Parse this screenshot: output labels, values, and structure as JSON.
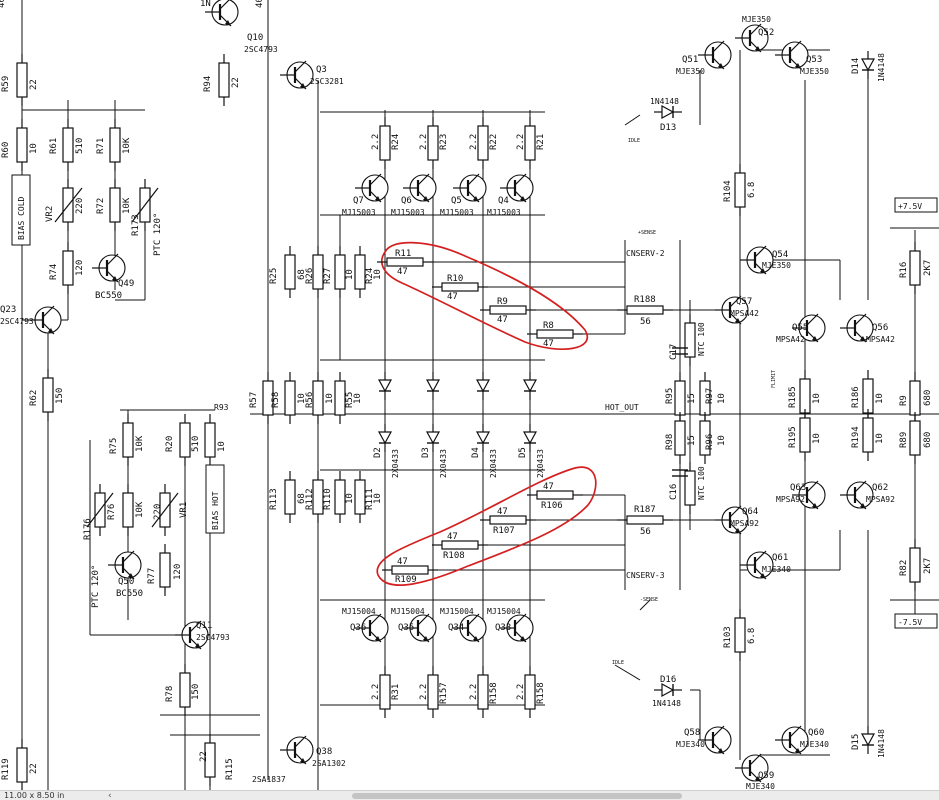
{
  "status": {
    "page_size": "11.00 x 8.50 in",
    "scroll_left_glyph": "‹"
  },
  "diagram": {
    "nets": {
      "hot_out": "HOT_OUT",
      "cnserv2": "CNSERV-2",
      "cnserv3": "CNSERV-3",
      "pos_rail": "+7.5V",
      "neg_rail": "-7.5V",
      "sense_plus": "+SENSE",
      "sense_minus": "-SENSE",
      "idle1": "IDLE",
      "idle2": "IDLE",
      "flimit": "FLIMIT"
    },
    "labels": {
      "bias_cold": "BIAS COLD",
      "bias_hot": "BIAS HOT"
    },
    "ptc": [
      {
        "ref": "PTC 120°"
      },
      {
        "ref": "PTC 120°"
      }
    ],
    "ntc": [
      {
        "ref": "NTC 100"
      },
      {
        "ref": "NTC 100"
      }
    ],
    "power_top": [
      {
        "ref": "Q7",
        "part": "MJ15003"
      },
      {
        "ref": "Q6",
        "part": "MJ15003"
      },
      {
        "ref": "Q5",
        "part": "MJ15003"
      },
      {
        "ref": "Q4",
        "part": "MJ15003"
      }
    ],
    "power_bottom": [
      {
        "ref": "Q36",
        "part": "MJ15004"
      },
      {
        "ref": "Q35",
        "part": "MJ15004"
      },
      {
        "ref": "Q34",
        "part": "MJ15004"
      },
      {
        "ref": "Q33",
        "part": "MJ15004"
      }
    ],
    "emitter_top": [
      {
        "ref": "R24",
        "val": "2.2"
      },
      {
        "ref": "R23",
        "val": "2.2"
      },
      {
        "ref": "R22",
        "val": "2.2"
      },
      {
        "ref": "R21",
        "val": "2.2"
      }
    ],
    "emitter_bottom": [
      {
        "ref": "R31",
        "val": "2.2"
      },
      {
        "ref": "R157",
        "val": "2.2"
      },
      {
        "ref": "R158",
        "val": "2.2"
      },
      {
        "ref": "R158",
        "val": "2.2"
      }
    ],
    "diodes": [
      {
        "ref": "D2",
        "part": "2X0433"
      },
      {
        "ref": "D3",
        "part": "2X0433"
      },
      {
        "ref": "D4",
        "part": "2X0433"
      },
      {
        "ref": "D5",
        "part": "2X0433"
      }
    ],
    "sense_top": [
      {
        "ref": "R11",
        "val": "47"
      },
      {
        "ref": "R10",
        "val": "47"
      },
      {
        "ref": "R9",
        "val": "47"
      },
      {
        "ref": "R8",
        "val": "47"
      }
    ],
    "sense_bottom": [
      {
        "ref": "R106",
        "val": "47"
      },
      {
        "ref": "R107",
        "val": "47"
      },
      {
        "ref": "R108",
        "val": "47"
      },
      {
        "ref": "R109",
        "val": "47"
      }
    ],
    "left": {
      "r59": {
        "ref": "R59",
        "val": "22"
      },
      "r60": {
        "ref": "R60",
        "val": "10"
      },
      "r61": {
        "ref": "R61",
        "val": "510"
      },
      "r71": {
        "ref": "R71",
        "val": "10K"
      },
      "vr2": {
        "ref": "VR2",
        "val": "220"
      },
      "r72": {
        "ref": "R72",
        "val": "10K"
      },
      "r173": {
        "ref": "R173"
      },
      "r74": {
        "ref": "R74",
        "val": "120"
      },
      "q49": {
        "ref": "Q49",
        "part": "BC550"
      },
      "q23": {
        "ref": "Q23",
        "part": "2SC4793"
      },
      "r62": {
        "ref": "R62",
        "val": "150"
      },
      "r119": {
        "ref": "R119",
        "val": "22"
      },
      "q10": {
        "ref": "Q10",
        "part": "2SC4793"
      },
      "q3": {
        "ref": "Q3",
        "part": "2SC3281"
      },
      "r94": {
        "ref": "R94",
        "val": "22"
      },
      "r75": {
        "ref": "R75",
        "val": "10K"
      },
      "r20": {
        "ref": "R20",
        "val": "510"
      },
      "r93": {
        "ref": "R93",
        "val": "10"
      },
      "r176": {
        "ref": "R176"
      },
      "r76": {
        "ref": "R76",
        "val": "10K"
      },
      "vr1": {
        "ref": "VR1",
        "val": "220"
      },
      "q50": {
        "ref": "Q50",
        "part": "BC550"
      },
      "r77": {
        "ref": "R77",
        "val": "120"
      },
      "q11": {
        "ref": "Q11",
        "part": "2SC4793"
      },
      "r78": {
        "ref": "R78",
        "val": "150"
      },
      "r115": {
        "ref": "R115",
        "val": "22"
      },
      "q38": {
        "ref": "Q38",
        "part": "2SA1302"
      },
      "q12": {
        "part": "2SA1837"
      }
    },
    "midleft": {
      "r25": {
        "ref": "R25"
      },
      "r26": {
        "ref": "R26",
        "val": "68"
      },
      "r27": {
        "ref": "R27",
        "val": "10"
      },
      "r24b": {
        "ref": "R24",
        "val": "10"
      },
      "r57": {
        "ref": "R57"
      },
      "r58": {
        "ref": "R58",
        "val": "10"
      },
      "r56": {
        "ref": "R56",
        "val": "10"
      },
      "r55": {
        "ref": "R55",
        "val": "10"
      },
      "r113": {
        "ref": "R113"
      },
      "r112": {
        "ref": "R112",
        "val": "68"
      },
      "r110": {
        "ref": "R110",
        "val": "10"
      },
      "r111": {
        "ref": "R111",
        "val": "10"
      }
    },
    "right": {
      "r188": {
        "ref": "R188",
        "val": "56"
      },
      "r187": {
        "ref": "R187",
        "val": "56"
      },
      "q57": {
        "ref": "Q57",
        "part": "MPSA42"
      },
      "q64": {
        "ref": "Q64",
        "part": "MPSA92"
      },
      "c17": {
        "ref": "C17"
      },
      "c16": {
        "ref": "C16"
      },
      "r95": {
        "ref": "R95",
        "val": "15"
      },
      "r97": {
        "ref": "R97",
        "val": "10"
      },
      "r98": {
        "ref": "R98",
        "val": "15"
      },
      "r96": {
        "ref": "R96",
        "val": "10"
      },
      "q51": {
        "ref": "Q51",
        "part": "MJE350"
      },
      "q52": {
        "ref": "Q52",
        "part": "MJE350"
      },
      "q53": {
        "ref": "Q53",
        "part": "MJE350"
      },
      "d13": {
        "ref": "D13",
        "part": "1N4148"
      },
      "d14": {
        "ref": "D14",
        "part": "1N4148"
      },
      "r104": {
        "ref": "R104",
        "val": "6.8"
      },
      "q54": {
        "ref": "Q54",
        "part": "MJE350"
      },
      "q55": {
        "ref": "Q55",
        "part": "MPSA42"
      },
      "q56": {
        "ref": "Q56",
        "part": "MPSA42"
      },
      "r185": {
        "ref": "R185",
        "val": "10"
      },
      "r186": {
        "ref": "R186",
        "val": "10"
      },
      "r195": {
        "ref": "R195",
        "val": "10"
      },
      "r194": {
        "ref": "R194",
        "val": "10"
      },
      "q63": {
        "ref": "Q63",
        "part": "MPSA92"
      },
      "q62": {
        "ref": "Q62",
        "part": "MPSA92"
      },
      "q61": {
        "ref": "Q61",
        "part": "MJE340"
      },
      "r103": {
        "ref": "R103",
        "val": "6.8"
      },
      "d16": {
        "ref": "D16",
        "part": "1N4148"
      },
      "d15": {
        "ref": "D15",
        "part": "1N4148"
      },
      "q58": {
        "ref": "Q58",
        "part": "MJE340"
      },
      "q59": {
        "ref": "Q59",
        "part": "MJE340"
      },
      "q60": {
        "ref": "Q60",
        "part": "MJE340"
      },
      "r16": {
        "ref": "R16",
        "val": "2K7"
      },
      "r9b": {
        "ref": "R9",
        "val": "680"
      },
      "r89": {
        "ref": "R89",
        "val": "680"
      },
      "r82": {
        "ref": "R82",
        "val": "2K7"
      }
    },
    "edge_top": [
      "400",
      "1N",
      "400"
    ],
    "annotation_color": "#d42020"
  }
}
